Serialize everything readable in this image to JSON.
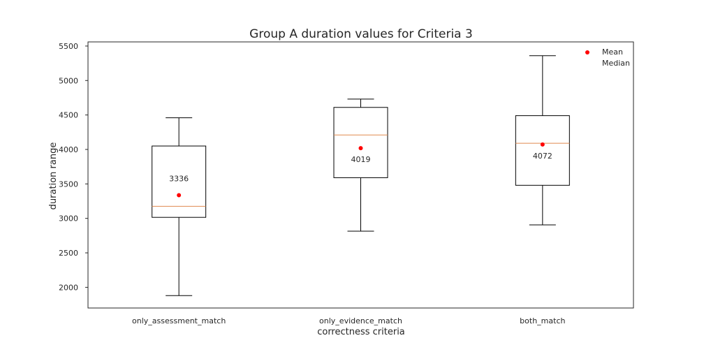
{
  "chart_data": {
    "type": "box",
    "title": "Group A duration values for Criteria 3",
    "xlabel": "correctness criteria",
    "ylabel": "duration range",
    "ylim": [
      1700,
      5560
    ],
    "yticks": [
      2000,
      2500,
      3000,
      3500,
      4000,
      4500,
      5000,
      5500
    ],
    "grid": false,
    "legend": {
      "placement": "top-right",
      "entries": [
        {
          "label": "Mean",
          "marker": "red-dot"
        },
        {
          "label": "Median",
          "marker": "none"
        }
      ]
    },
    "categories": [
      "only_assessment_match",
      "only_evidence_match",
      "both_match"
    ],
    "boxes": [
      {
        "whisker_low": 1880,
        "q1": 3015,
        "median": 3175,
        "q3": 4050,
        "whisker_high": 4460,
        "mean": 3336,
        "mean_label": "3336",
        "label_pos": "above"
      },
      {
        "whisker_low": 2815,
        "q1": 3590,
        "median": 4210,
        "q3": 4610,
        "whisker_high": 4730,
        "mean": 4019,
        "mean_label": "4019",
        "label_pos": "below"
      },
      {
        "whisker_low": 2905,
        "q1": 3480,
        "median": 4090,
        "q3": 4490,
        "whisker_high": 5360,
        "mean": 4072,
        "mean_label": "4072",
        "label_pos": "below"
      }
    ],
    "colors": {
      "box": "#000000",
      "median": "#e08a4f",
      "mean": "#ff0000"
    }
  }
}
